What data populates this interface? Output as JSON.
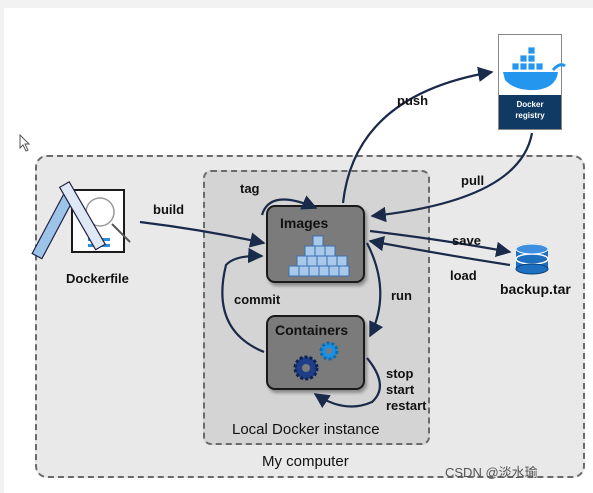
{
  "nodes": {
    "images": "Images",
    "containers": "Containers",
    "dockerfile": "Dockerfile",
    "backup": "backup.tar",
    "registry_line1": "Docker",
    "registry_line2": "registry"
  },
  "groups": {
    "local_instance": "Local Docker instance",
    "my_computer": "My computer"
  },
  "edges": {
    "build": "build",
    "tag": "tag",
    "push": "push",
    "pull": "pull",
    "save": "save",
    "load": "load",
    "run": "run",
    "commit": "commit",
    "stop": "stop",
    "start": "start",
    "restart": "restart"
  },
  "watermark": "CSDN @淡水瑜",
  "colors": {
    "node_fill": "#7b7b7b",
    "group_fill": "#d4d4d4",
    "outer_fill": "#e9e9e9",
    "registry_blue": "#103a63",
    "docker_blue": "#2496ed"
  }
}
